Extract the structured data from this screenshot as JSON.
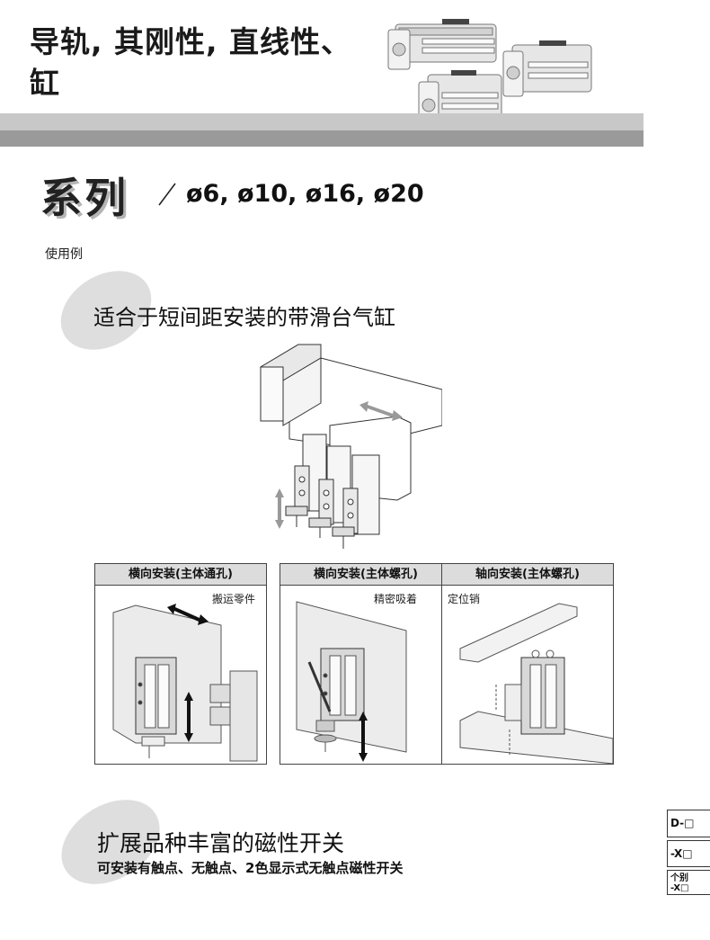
{
  "page": {
    "title_line1": "导轨, 其刚性, 直线性、",
    "title_line2": "缸"
  },
  "series": {
    "label": "系列",
    "sizes": "ø6, ø10, ø16, ø20"
  },
  "usage_label": "使用例",
  "section1": {
    "heading": "适合于短间距安装的带滑台气缸"
  },
  "panels": [
    {
      "title": "横向安装(主体通孔)",
      "caption": "搬运零件"
    },
    {
      "title": "横向安装(主体螺孔)",
      "caption": "精密吸着"
    },
    {
      "title": "轴向安装(主体螺孔)",
      "caption": "定位销"
    }
  ],
  "section2": {
    "heading": "扩展品种丰富的磁性开关",
    "subtext": "可安装有触点、无触点、2色显示式无触点磁性开关"
  },
  "side_tabs": {
    "tab1": "D-□",
    "tab2": "-X□",
    "tab3_line1": "个别",
    "tab3_line2": "-X□"
  },
  "colors": {
    "band_light": "#c8c8c8",
    "band_dark": "#9a9a9a",
    "panel_header": "#dcdcdc",
    "blob": "#dedede"
  }
}
